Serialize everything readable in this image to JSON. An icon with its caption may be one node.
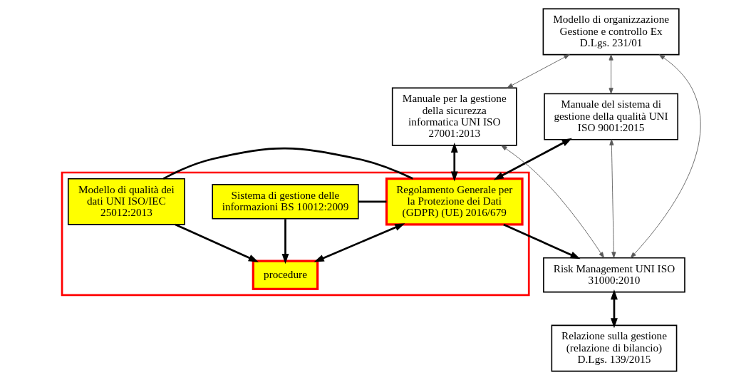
{
  "diagram": {
    "nodes": [
      {
        "text": [
          "Modello di organizzazione Gestione e controllo Ex D.Lgs. 231/01"
        ]
      },
      {
        "text": [
          "Manuale del sistema di gestione della qualità UNI ISO 9001:2015"
        ]
      },
      {
        "text": [
          "Manuale per la gestione della sicurezza informatica UNI ISO 27001:2013"
        ]
      },
      {
        "text": [],
        "shape": "box"
      },
      {
        "text": [
          "Modello di qualità dei dati UNI ISO/IEC 25012:2013"
        ],
        "in": 3
      },
      {
        "text": [
          "Regolamento Generale per la Protezione dei Dati (GDPR) (UE) 2016/679"
        ],
        "in": 3
      },
      {
        "text": [
          "Sistema di gestione delle informazioni BS 10012:2009"
        ],
        "in": 3
      },
      {
        "text": [
          "procedure"
        ],
        "in": 3
      },
      {
        "text": [
          "Risk Management UNI ISO 31000:2010"
        ]
      },
      {
        "text": [
          "Relazione sulla gestione (relazione di bilancio) D.Lgs. 139/2015"
        ]
      }
    ],
    "edges": [
      {
        "from": 0,
        "to": 8,
        "arrow": "both",
        "color": "#595959"
      },
      {
        "from": 0,
        "to": 1,
        "arrow": "both",
        "color": "#595959"
      },
      {
        "from": 0,
        "to": 2,
        "arrow": "both",
        "color": "#595959"
      },
      {
        "from": 1,
        "to": 8,
        "arrow": "both",
        "color": "#595959"
      },
      {
        "from": 2,
        "to": 8,
        "arrow": "both",
        "color": "#595959"
      },
      {
        "from": 2,
        "to": 5,
        "arrow": "both"
      },
      {
        "from": 1,
        "to": 5,
        "arrow": "both"
      },
      {
        "from": 5,
        "to": 8,
        "arrow": "to"
      },
      {
        "from": 4,
        "to": 5,
        "arrow": "none"
      },
      {
        "from": 5,
        "to": 6,
        "arrow": "none"
      },
      {
        "from": 5,
        "to": 7,
        "arrow": "both"
      },
      {
        "from": 4,
        "to": 7,
        "arrow": "to"
      },
      {
        "from": 6,
        "to": 7,
        "arrow": "to"
      },
      {
        "from": 8,
        "to": 9,
        "arrow": "both"
      }
    ]
  }
}
